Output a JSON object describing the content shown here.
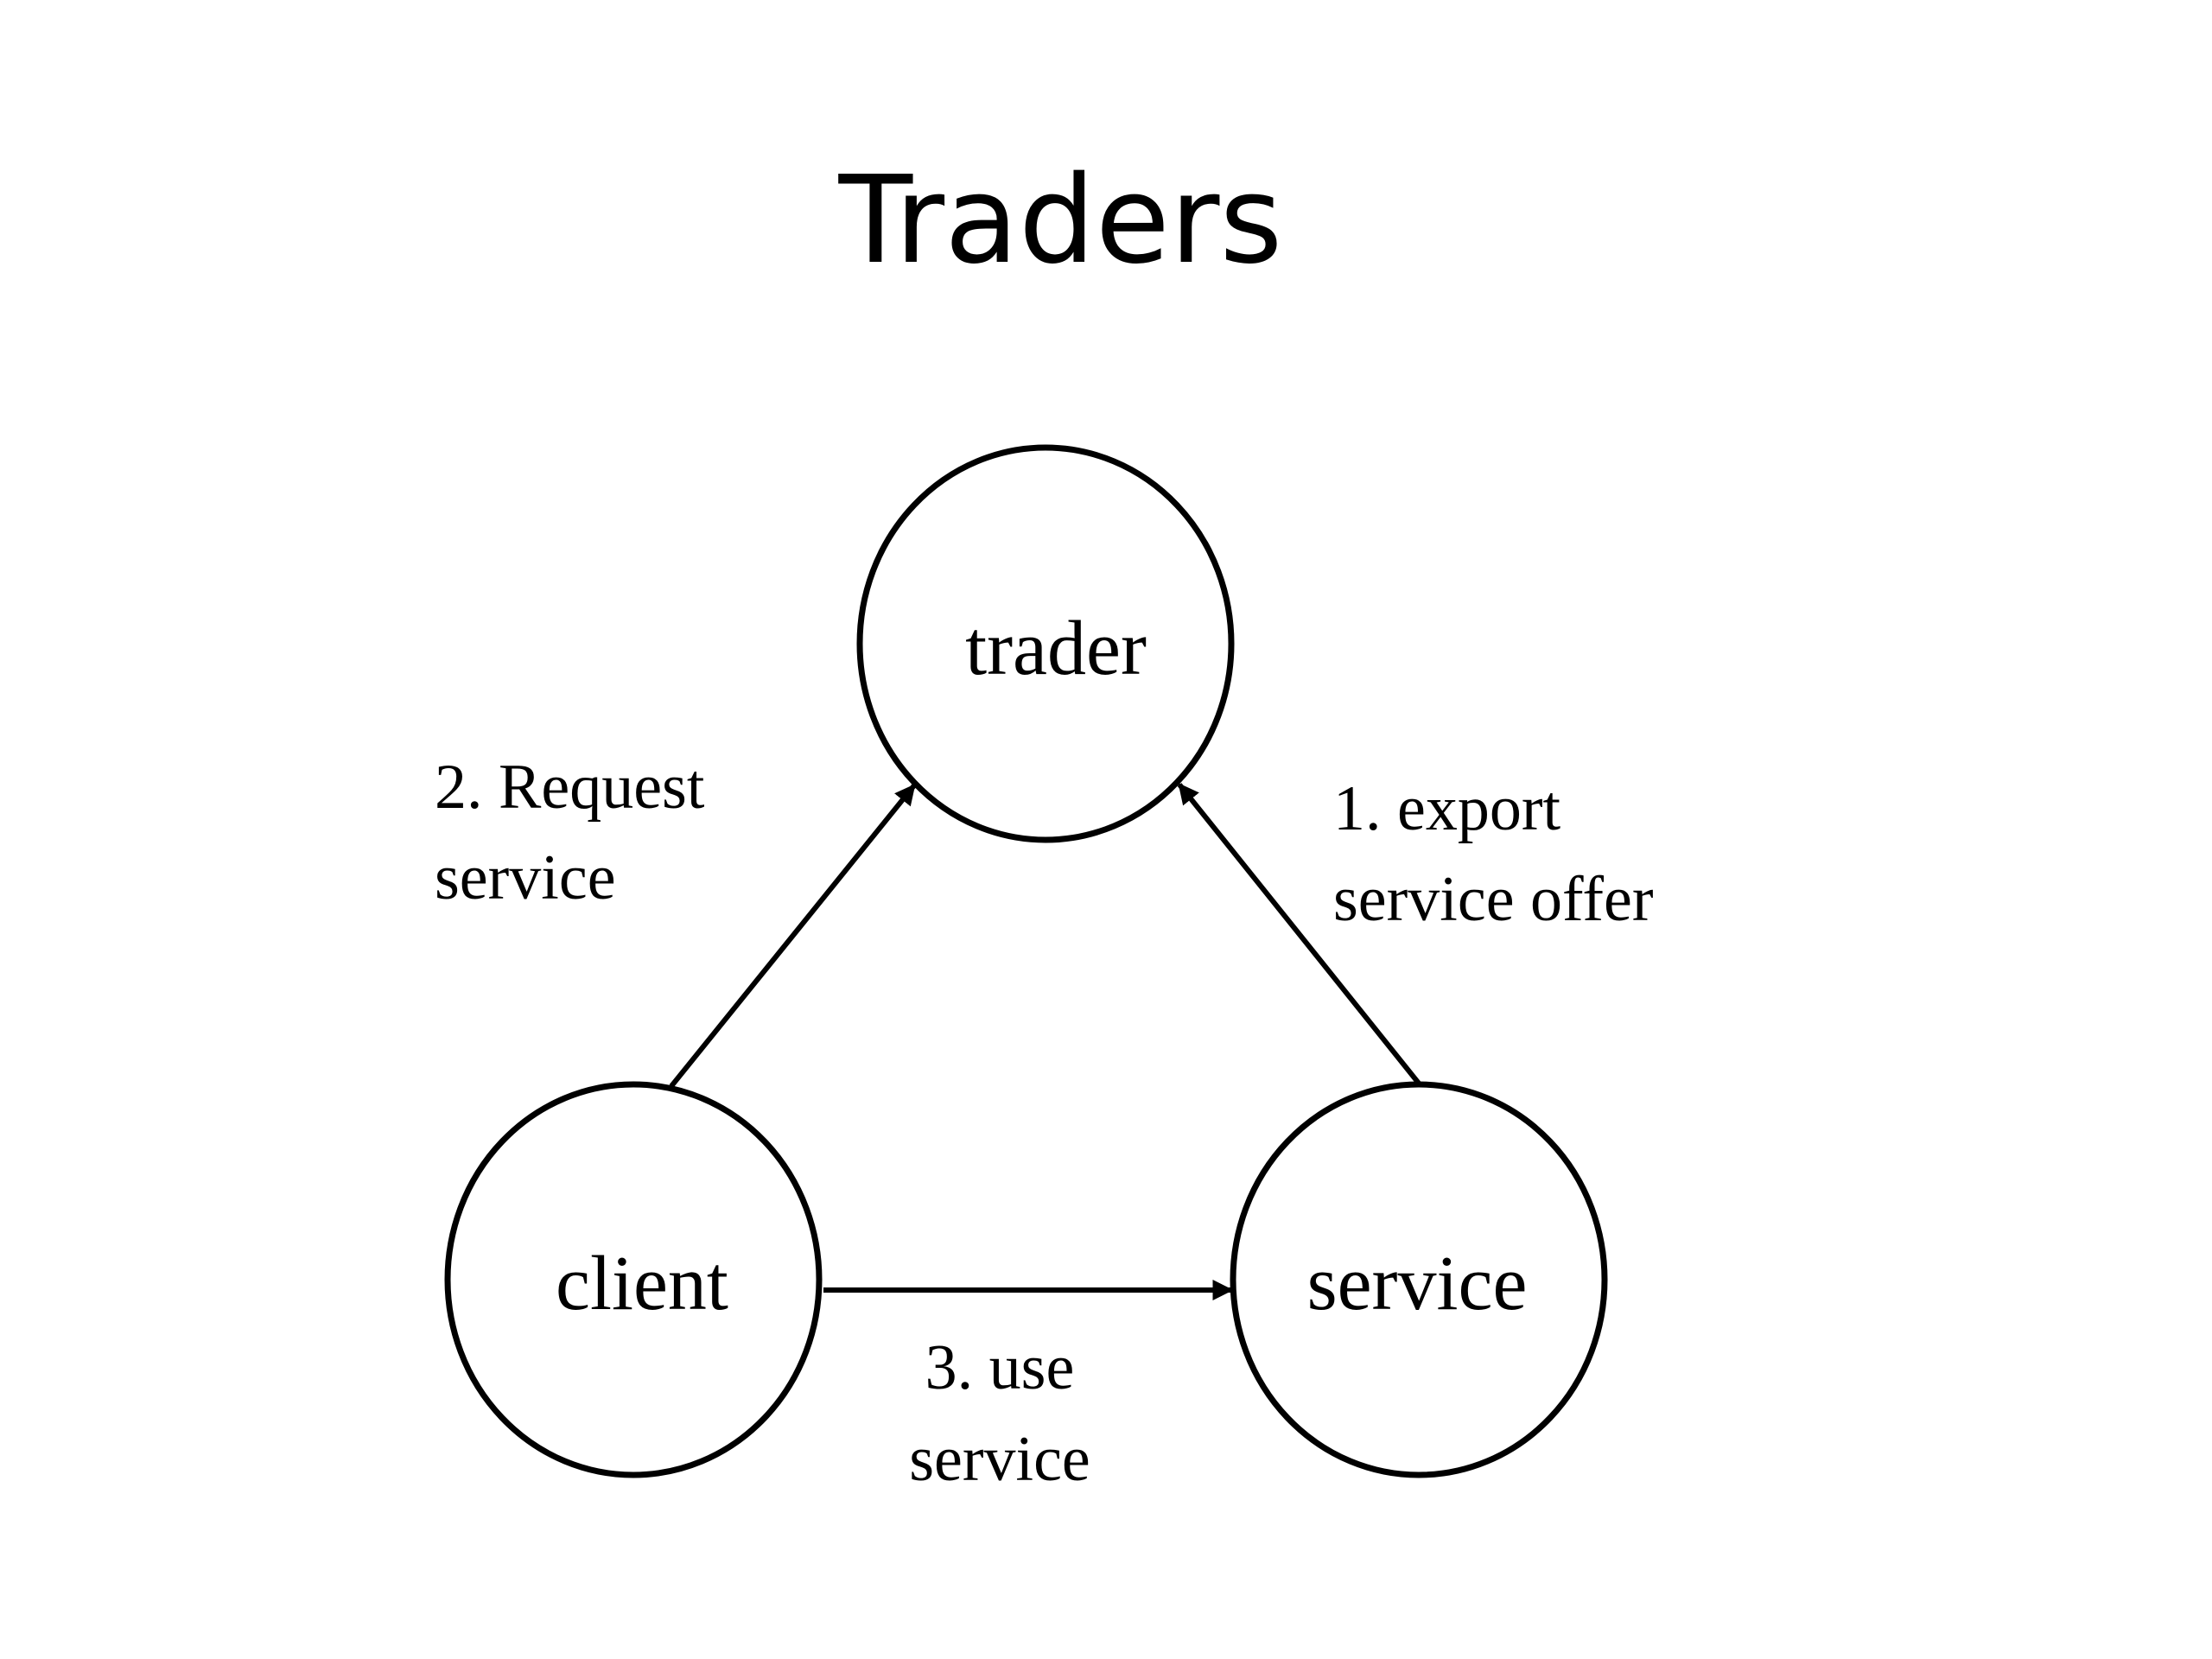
{
  "title": "Traders",
  "nodes": {
    "trader": {
      "label": "trader"
    },
    "client": {
      "label": "client"
    },
    "service": {
      "label": "service"
    }
  },
  "edges": {
    "export": {
      "from": "service",
      "to": "trader",
      "label_lines": [
        "1. export",
        "service offer"
      ]
    },
    "request": {
      "from": "client",
      "to": "trader",
      "label_lines": [
        "2. Request",
        "service"
      ]
    },
    "use": {
      "from": "client",
      "to": "service",
      "label_lines": [
        "3. use",
        "service"
      ]
    }
  },
  "colors": {
    "stroke": "#000000",
    "background": "#ffffff"
  }
}
